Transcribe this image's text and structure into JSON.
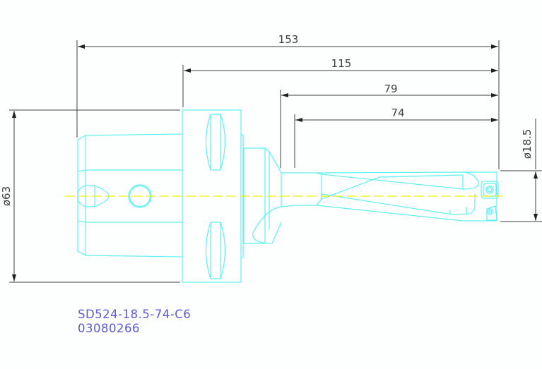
{
  "drawing": {
    "title": "Tool holder with indexable drill",
    "colors": {
      "geometry": "#5ff0f0",
      "centerline": "#f4f21a",
      "dimension": "#404040",
      "label": "#5b5bd6",
      "background": "#fdfefe"
    },
    "dimensions": {
      "overall_length": "153",
      "flange_to_tip": "115",
      "shank_to_tip": "79",
      "drill_length": "74",
      "body_diameter": "ø63",
      "drill_diameter": "ø18.5"
    },
    "labels": {
      "part_number": "SD524-18.5-74-C6",
      "order_code": "03080266"
    }
  }
}
